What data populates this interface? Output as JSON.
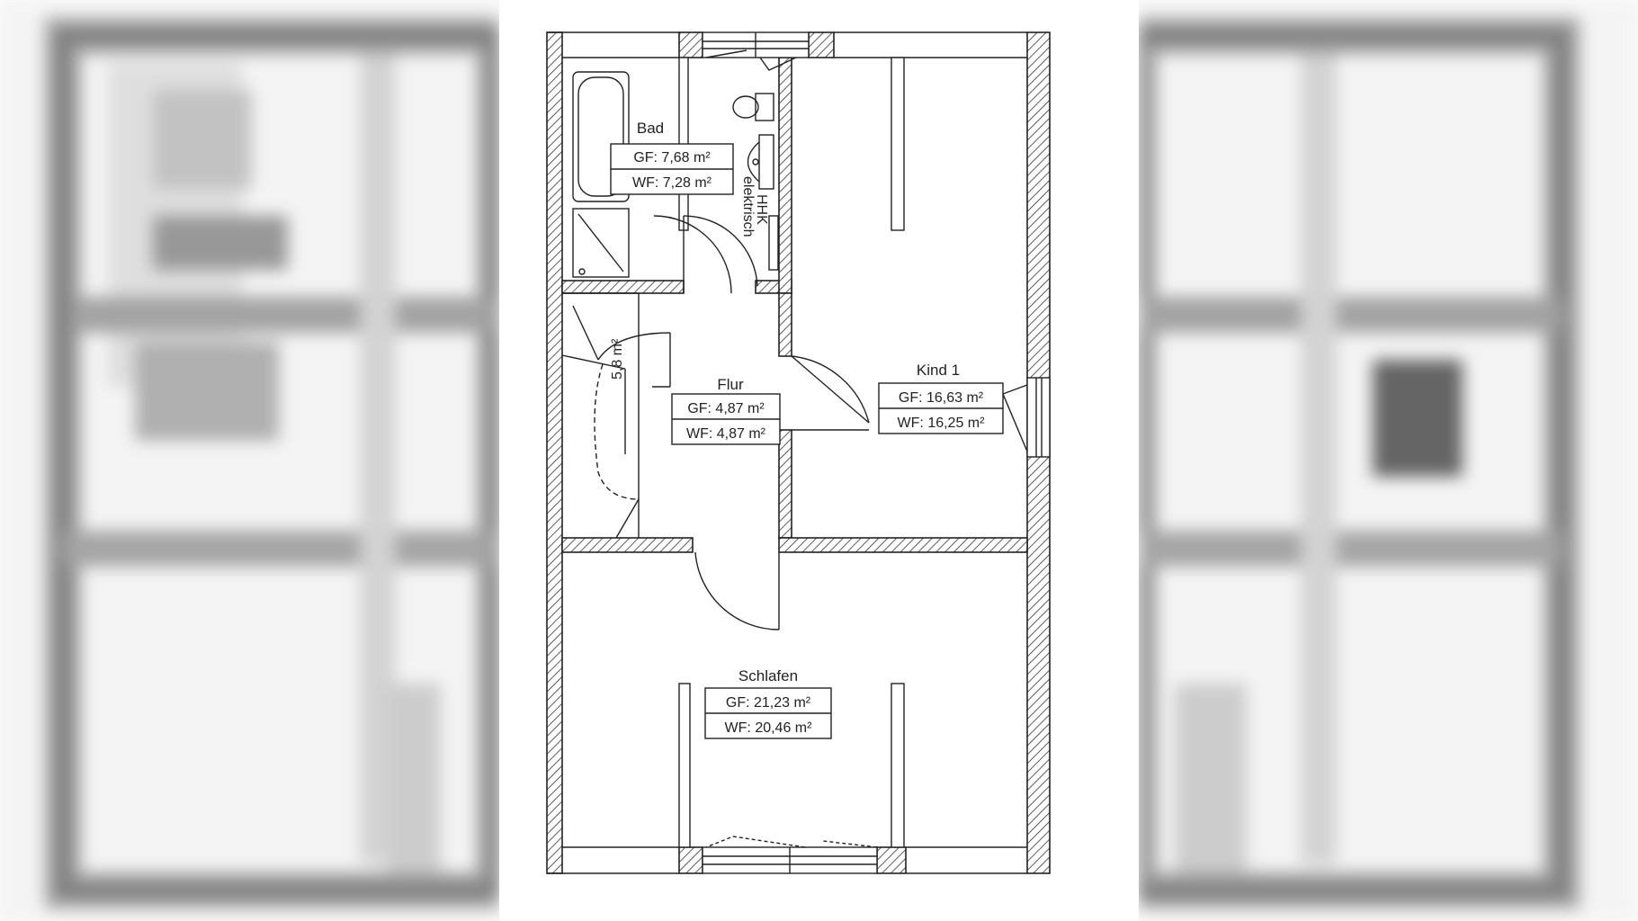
{
  "rooms": {
    "bad": {
      "name": "Bad",
      "gf": "GF: 7,68 m²",
      "wf": "WF: 7,28 m²"
    },
    "flur": {
      "name": "Flur",
      "gf": "GF: 4,87 m²",
      "wf": "WF: 4,87 m²"
    },
    "kind1": {
      "name": "Kind 1",
      "gf": "GF: 16,63 m²",
      "wf": "WF: 16,25 m²"
    },
    "schlafen": {
      "name": "Schlafen",
      "gf": "GF: 21,23 m²",
      "wf": "WF: 20,46 m²"
    }
  },
  "annotations": {
    "hhk_line1": "HHK",
    "hhk_line2": "elektrisch",
    "stair_area": "5,8 m²"
  },
  "colors": {
    "line": "#222222",
    "background": "#ffffff"
  }
}
